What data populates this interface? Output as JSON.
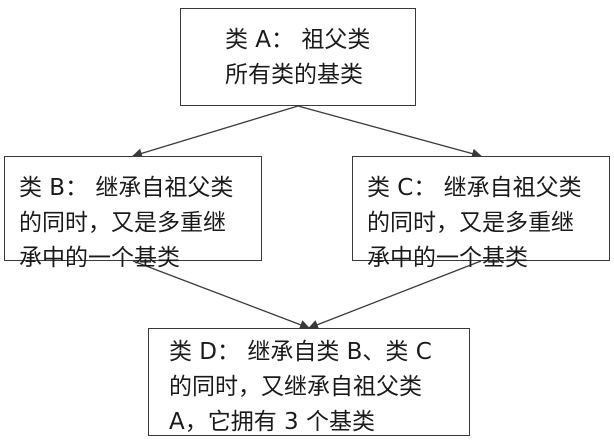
{
  "nodes": {
    "a": {
      "lines": [
        "类 A： 祖父类",
        "所有类的基类"
      ]
    },
    "b": {
      "lines": [
        "类 B： 继承自祖父类",
        "的同时，又是多重继",
        "承中的一个基类"
      ]
    },
    "c": {
      "lines": [
        "类 C： 继承自祖父类",
        "的同时，又是多重继",
        "承中的一个基类"
      ]
    },
    "d": {
      "lines": [
        "类 D： 继承自类 B、类 C",
        "的同时，又继承自祖父类",
        "A，它拥有 3 个基类"
      ]
    }
  },
  "colors": {
    "border": "#3a3a3a",
    "arrow": "#3a3a3a",
    "text": "#1a1a1a",
    "background": "#ffffff"
  }
}
